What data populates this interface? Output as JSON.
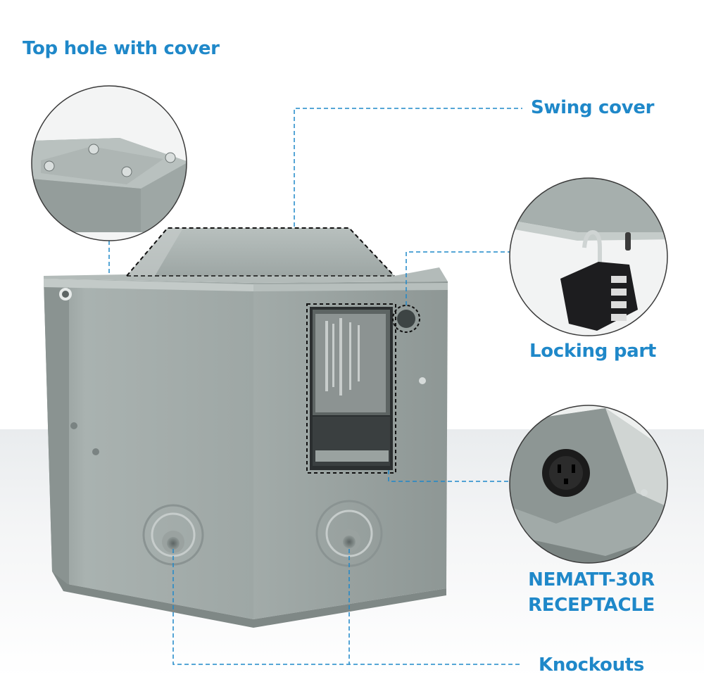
{
  "callouts": {
    "top_hole": "Top hole with cover",
    "swing_cover": "Swing cover",
    "locking_part": "Locking part",
    "receptacle_line1": "NEMATT-30R",
    "receptacle_line2": "RECEPTACLE",
    "knockouts": "Knockouts"
  },
  "colors": {
    "accent": "#1f88c9",
    "enclosure": "#a3acaa",
    "background": "#ffffff"
  }
}
